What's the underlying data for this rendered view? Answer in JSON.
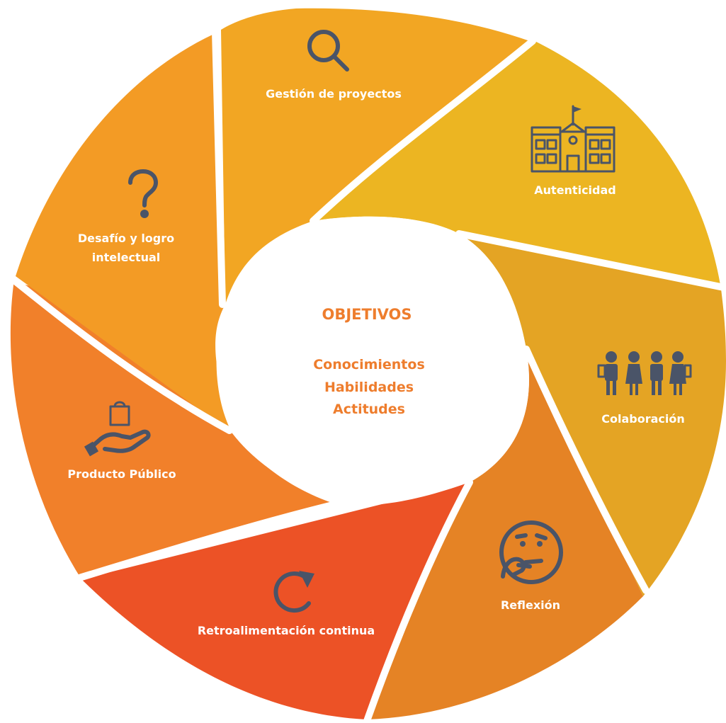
{
  "center": {
    "title": "OBJETIVOS",
    "items": [
      "Conocimientos",
      "Habilidades",
      "Actitudes"
    ]
  },
  "segments": [
    {
      "label": "Gestión de proyectos",
      "icon": "search-icon",
      "color": "#f2a623"
    },
    {
      "label": "Autenticidad",
      "icon": "school-building-icon",
      "color": "#ecb522"
    },
    {
      "label": "Colaboración",
      "icon": "group-of-people-icon",
      "color": "#e4a424"
    },
    {
      "label": "Reflexión",
      "icon": "thinking-face-icon",
      "color": "#e58325"
    },
    {
      "label": "Retroalimentación continua",
      "icon": "refresh-arrow-icon",
      "color": "#ec5226"
    },
    {
      "label": "Producto Público",
      "icon": "hand-with-bag-icon",
      "color": "#f1802a"
    },
    {
      "label": "Desafío y logro intelectual",
      "label_lines": [
        "Desafío y logro",
        "intelectual"
      ],
      "icon": "question-mark-icon",
      "color": "#f39b25"
    }
  ],
  "colors": {
    "icon": "#4a5468",
    "center_text": "#ee7d2d",
    "label_text": "#ffffff"
  }
}
